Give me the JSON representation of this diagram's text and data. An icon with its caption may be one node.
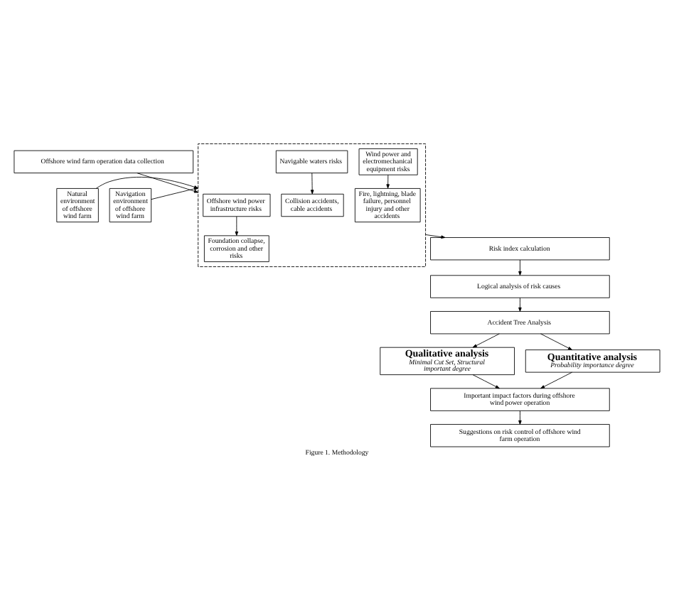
{
  "diagram": {
    "caption": "Figure 1. Methodology",
    "nodes": [
      {
        "text": [
          "Offshore wind farm operation data collection"
        ]
      },
      {
        "text": [],
        "shape": "box"
      },
      {
        "text": [
          "Offshore wind power infrastructure risks"
        ],
        "in": 1
      },
      {
        "text": [
          "Wind power and electromechanical equipment risks"
        ],
        "in": 1
      },
      {
        "text": [
          "Navigable waters risks"
        ],
        "in": 1
      },
      {
        "text": [
          "Foundation collapse, corrosion and other risks"
        ],
        "in": 1
      },
      {
        "text": [
          "Fire, lightning, blade failure, personnel injury and other accidents"
        ],
        "in": 1
      },
      {
        "text": [
          "Collision accidents, cable accidents"
        ],
        "in": 1
      },
      {
        "text": [
          "Natural environment of offshore wind farm"
        ]
      },
      {
        "text": [
          "Navigation environment of offshore wind farm"
        ]
      },
      {
        "text": [
          "Risk index calculation"
        ]
      },
      {
        "text": [
          "Logical analysis of risk causes"
        ]
      },
      {
        "text": [
          "Accident Tree Analysis"
        ]
      },
      {
        "text": [
          "Qualitative analysis",
          "Minimal Cut Set, Structural important degree"
        ]
      },
      {
        "text": [
          "Quantitative analysis",
          "Probability importance degree"
        ]
      },
      {
        "text": [
          "Important impact factors during offshore wind power operation"
        ]
      },
      {
        "text": [
          "Suggestions on risk control of offshore wind farm operation"
        ]
      }
    ],
    "edges": [
      {
        "from": 0,
        "to": 1,
        "arrow": "to"
      },
      {
        "from": 2,
        "to": 5,
        "arrow": "to"
      },
      {
        "from": 3,
        "to": 6,
        "arrow": "to"
      },
      {
        "from": 4,
        "to": 7,
        "arrow": "to"
      },
      {
        "from": 8,
        "to": 1,
        "arrow": "to"
      },
      {
        "from": 9,
        "to": 1,
        "arrow": "to"
      },
      {
        "from": 1,
        "to": 10,
        "arrow": "to"
      },
      {
        "from": 10,
        "to": 11,
        "arrow": "to"
      },
      {
        "from": 11,
        "to": 12,
        "arrow": "to"
      },
      {
        "from": 12,
        "to": 13,
        "arrow": "to"
      },
      {
        "from": 12,
        "to": 14,
        "arrow": "to"
      },
      {
        "from": 13,
        "to": 15,
        "arrow": "to"
      },
      {
        "from": 14,
        "to": 15,
        "arrow": "to"
      },
      {
        "from": 15,
        "to": 16,
        "arrow": "to"
      }
    ]
  }
}
